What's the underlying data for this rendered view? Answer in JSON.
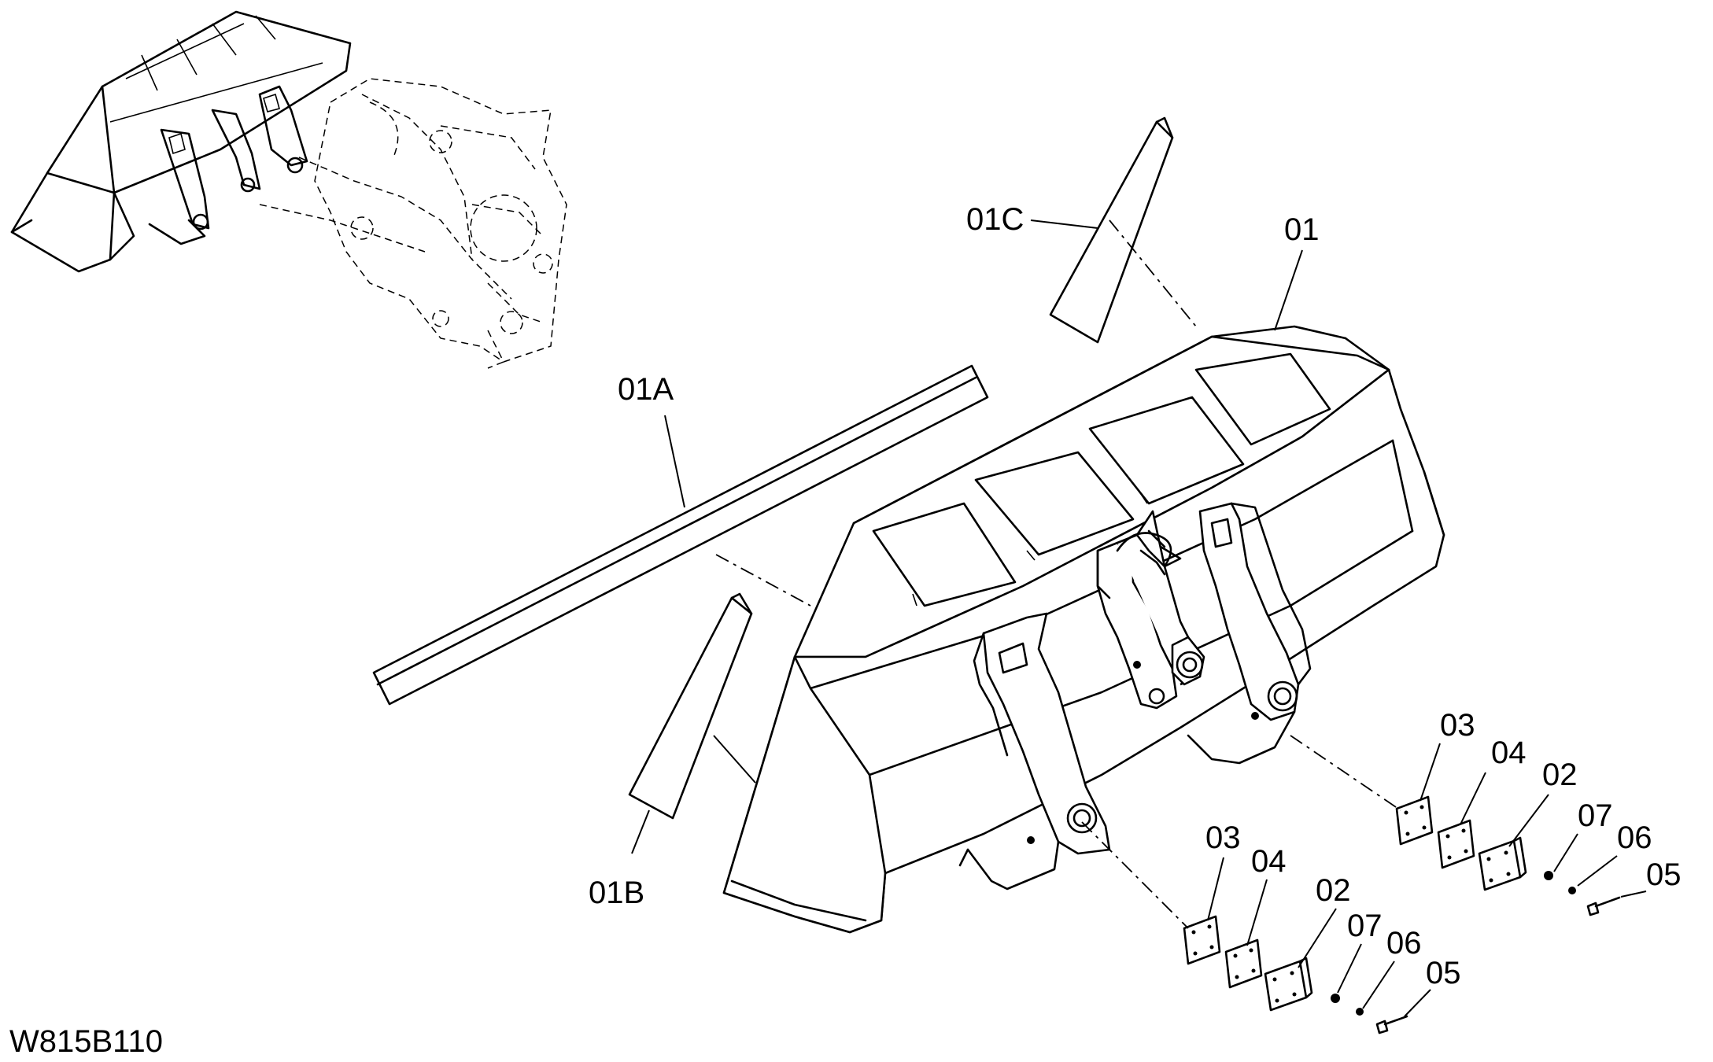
{
  "drawing_code": "W815B110",
  "callouts": {
    "c01": "01",
    "c01A": "01A",
    "c01B": "01B",
    "c01C": "01C",
    "left": {
      "c02": "02",
      "c03": "03",
      "c04": "04",
      "c05": "05",
      "c06": "06",
      "c07": "07"
    },
    "right": {
      "c02": "02",
      "c03": "03",
      "c04": "04",
      "c05": "05",
      "c06": "06",
      "c07": "07"
    }
  }
}
